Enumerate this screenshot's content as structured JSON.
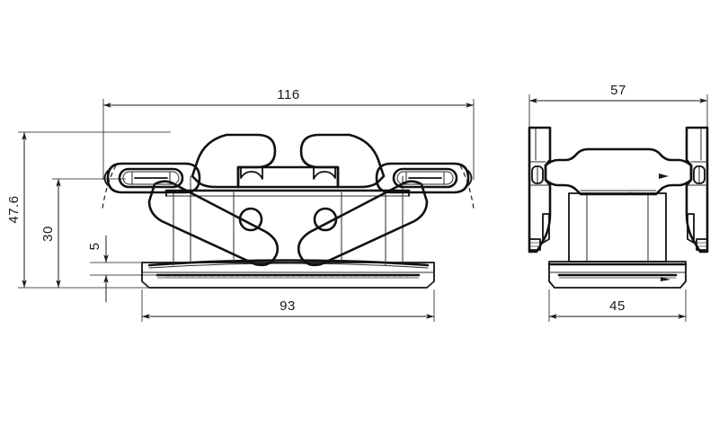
{
  "drawing": {
    "title": "",
    "background_color": "#ffffff",
    "line_color": "#111111",
    "dimension_color": "#1a1a1a",
    "views": [
      {
        "id": "front-view",
        "name": "front-elevation"
      },
      {
        "id": "side-view",
        "name": "side-elevation"
      }
    ]
  },
  "dimensions": {
    "front_overall_width": "116",
    "front_overall_height": "47.6",
    "front_mid_height": "30",
    "front_base_height": "5",
    "front_base_width": "93",
    "side_overall_width": "57",
    "side_base_width": "45"
  },
  "units": "",
  "chart_data": {
    "type": "table",
    "title": "",
    "categories": [
      "front_overall_width",
      "front_overall_height",
      "front_mid_height",
      "front_base_height",
      "front_base_width",
      "side_overall_width",
      "side_base_width"
    ],
    "values": [
      116,
      47.6,
      30,
      5,
      93,
      57,
      45
    ],
    "xlabel": "",
    "ylabel": ""
  }
}
